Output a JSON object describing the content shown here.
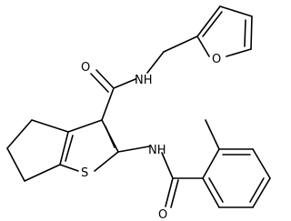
{
  "diagram": {
    "type": "chemical-structure",
    "atoms": {
      "O_furan": "O",
      "NH_amide": "NH",
      "O_carbonyl_top": "O",
      "NH_anilide": "NH",
      "S_thiophene": "S",
      "O_carbonyl_bottom": "O"
    },
    "colors": {
      "bond": "#000000",
      "label": "#000000",
      "background": "#ffffff"
    }
  }
}
